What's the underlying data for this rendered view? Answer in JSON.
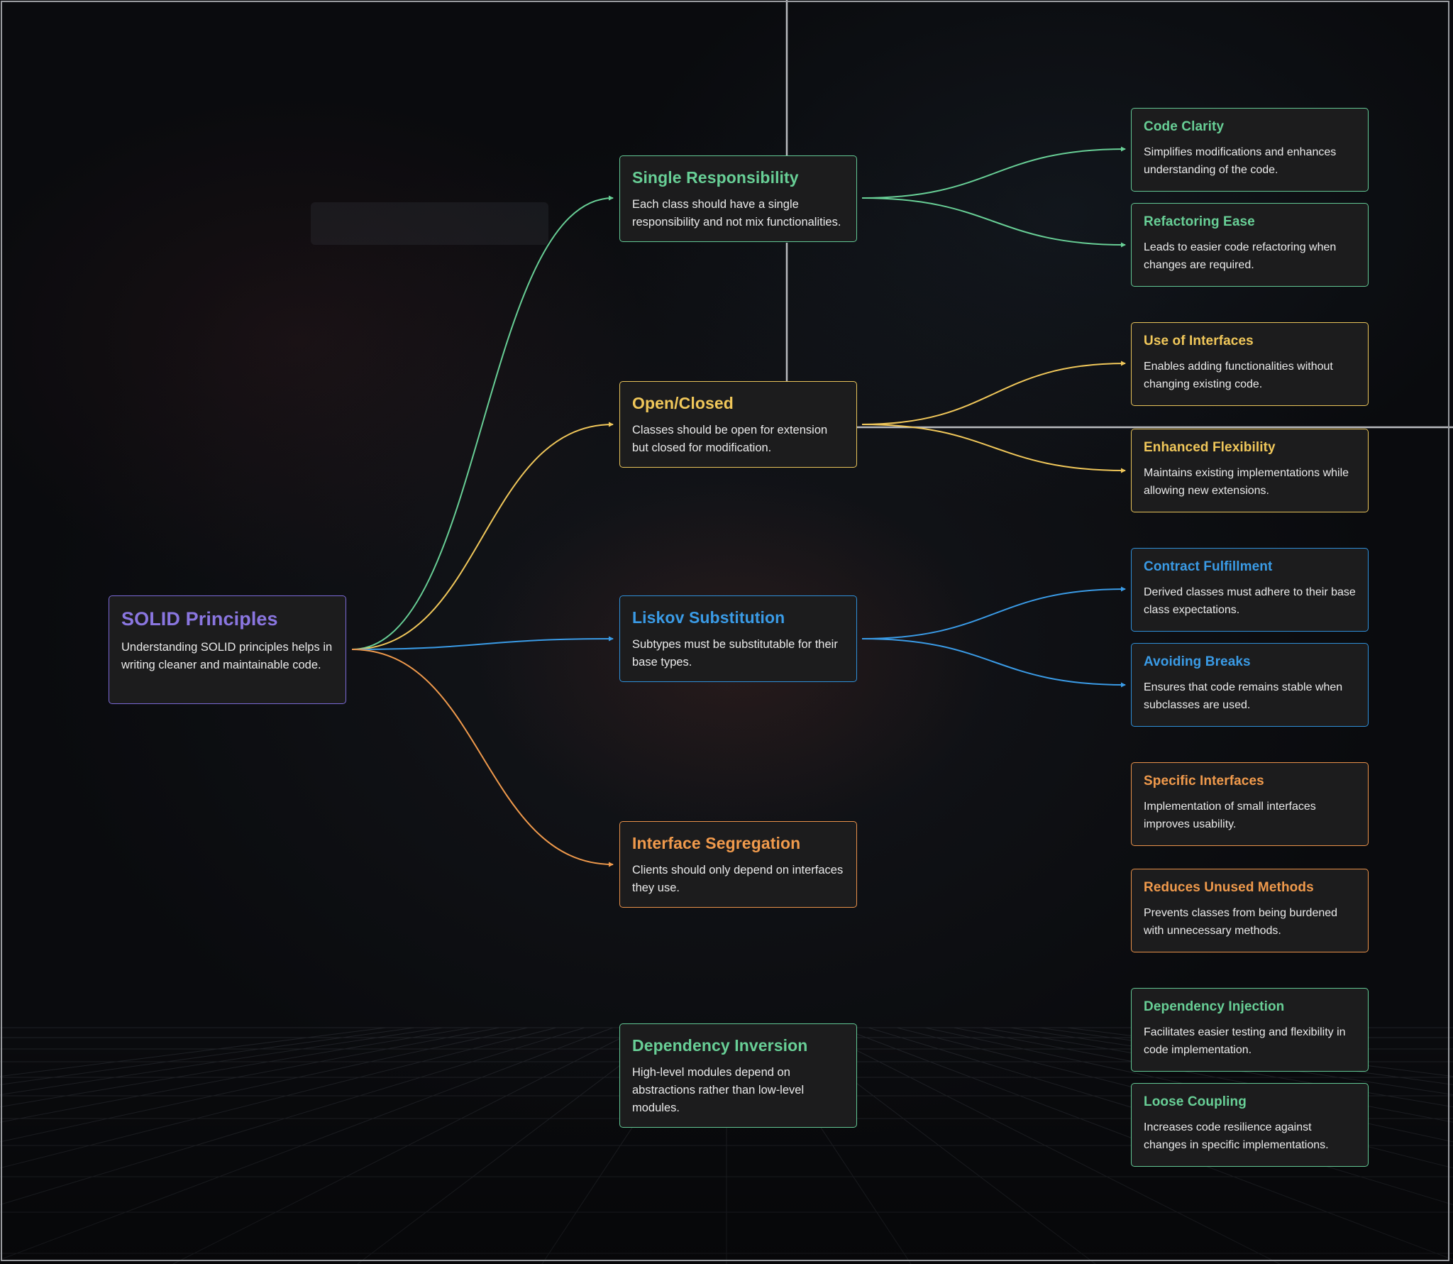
{
  "root": {
    "title": "SOLID Principles",
    "desc": "Understanding SOLID principles helps in writing cleaner and maintainable code."
  },
  "principles": [
    {
      "title": "Single Responsibility",
      "desc": "Each class should have a single responsibility and not mix functionalities.",
      "children": [
        {
          "title": "Code Clarity",
          "desc": "Simplifies modifications and enhances understanding of the code."
        },
        {
          "title": "Refactoring Ease",
          "desc": "Leads to easier code refactoring when changes are required."
        }
      ]
    },
    {
      "title": "Open/Closed",
      "desc": "Classes should be open for extension but closed for modification.",
      "children": [
        {
          "title": "Use of Interfaces",
          "desc": "Enables adding functionalities without changing existing code."
        },
        {
          "title": "Enhanced Flexibility",
          "desc": "Maintains existing implementations while allowing new extensions."
        }
      ]
    },
    {
      "title": "Liskov Substitution",
      "desc": "Subtypes must be substitutable for their base types.",
      "children": [
        {
          "title": "Contract Fulfillment",
          "desc": "Derived classes must adhere to their base class expectations."
        },
        {
          "title": "Avoiding Breaks",
          "desc": "Ensures that code remains stable when subclasses are used."
        }
      ]
    },
    {
      "title": "Interface Segregation",
      "desc": "Clients should only depend on interfaces they use.",
      "children": [
        {
          "title": "Specific Interfaces",
          "desc": "Implementation of small interfaces improves usability."
        },
        {
          "title": "Reduces Unused Methods",
          "desc": "Prevents classes from being burdened with unnecessary methods."
        }
      ]
    },
    {
      "title": "Dependency Inversion",
      "desc": "High-level modules depend on abstractions rather than low-level modules.",
      "children": [
        {
          "title": "Dependency Injection",
          "desc": "Facilitates easier testing and flexibility in code implementation."
        },
        {
          "title": "Loose Coupling",
          "desc": "Increases code resilience against changes in specific implementations."
        }
      ]
    }
  ],
  "colors": {
    "root": "#8a76e0",
    "single_responsibility": "#68cf96",
    "open_closed": "#f0c75a",
    "liskov": "#3a9be6",
    "interface_segregation": "#f09a4c",
    "dependency_inversion": "#68cf96"
  }
}
